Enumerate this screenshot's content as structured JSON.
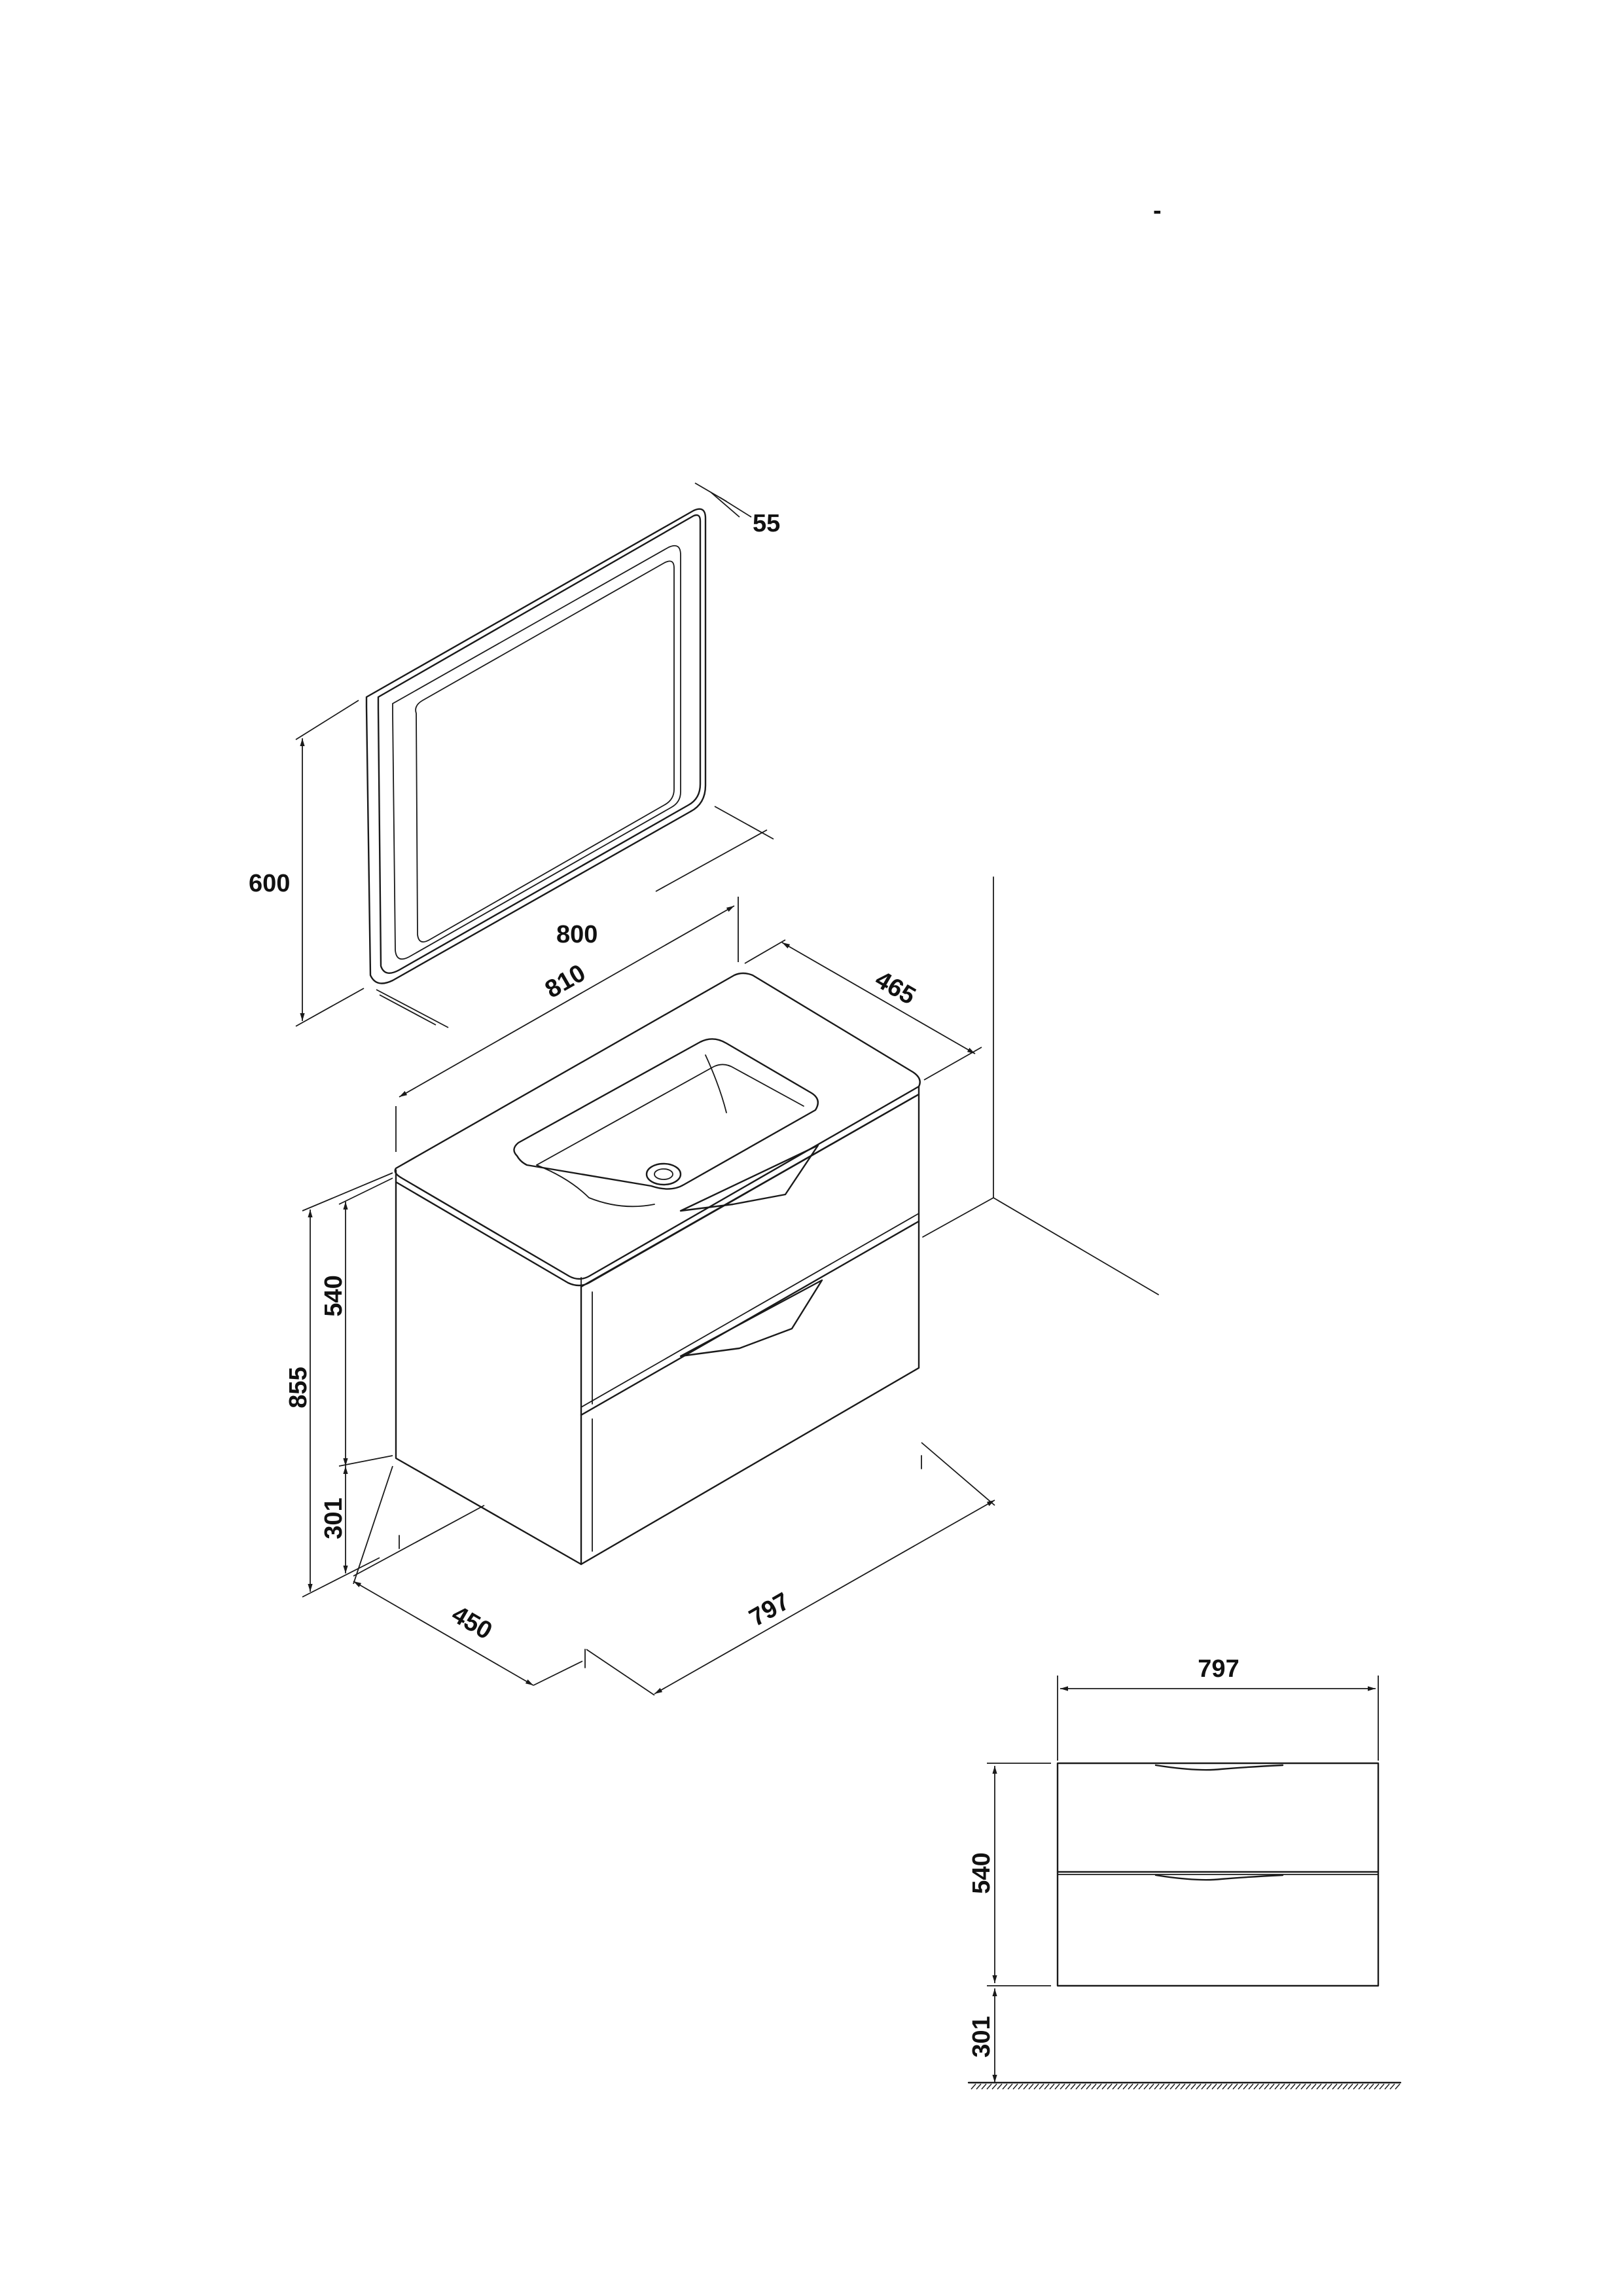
{
  "header_mark": "-",
  "dimensions": {
    "mirror_depth": "55",
    "mirror_height": "600",
    "mirror_width": "800",
    "top_width": "810",
    "top_depth": "465",
    "cabinet_height_total": "855",
    "cabinet_body_height": "540",
    "cabinet_floor_gap": "301",
    "cabinet_depth": "450",
    "cabinet_width": "797"
  },
  "front_view": {
    "width": "797",
    "height": "540",
    "floor_gap": "301"
  },
  "colors": {
    "line": "#1a1a1a",
    "background": "#ffffff"
  }
}
